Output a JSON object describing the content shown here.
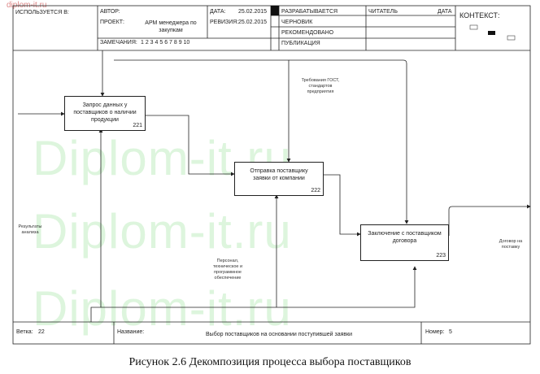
{
  "watermark": {
    "top_left": "diplom-it.ru",
    "main": "Diplom-it.ru"
  },
  "header": {
    "used_at_label": "ИСПОЛЬЗУЕТСЯ В:",
    "author_label": "АВТОР:",
    "project_label": "ПРОЕКТ:",
    "project_name": "АРМ менеджера по закупкам",
    "notes_label": "ЗАМЕЧАНИЯ:",
    "notes_numbers": "1 2 3 4 5 6 7 8 9 10",
    "date_label": "ДАТА:",
    "date_value": "25.02.2015",
    "revision_label": "РЕВИЗИЯ:",
    "revision_value": "25.02.2015",
    "status_items": [
      "РАЗРАБАТЫВАЕТСЯ",
      "ЧЕРНОВИК",
      "РЕКОМЕНДОВАНО",
      "ПУБЛИКАЦИЯ"
    ],
    "reader_label": "ЧИТАТЕЛЬ",
    "reader_date_label": "ДАТА",
    "context_label": "КОНТЕКСТ:"
  },
  "activities": [
    {
      "label": "Запрос данных у поставщиков о наличии продукции",
      "number": "221"
    },
    {
      "label": "Отправка поставщику заявки от компании",
      "number": "222"
    },
    {
      "label": "Заключение с поставщиком договора",
      "number": "223"
    }
  ],
  "arrow_labels": {
    "controls": "Требования ГОСТ, стандартов предприятия",
    "input": "Результаты анализа",
    "mechanism": "Персонал, техническое и программное обеспечение",
    "output": "Договор на поставку"
  },
  "footer": {
    "node_label": "Ветка:",
    "node_value": "22",
    "name_label": "Название:",
    "name_value": "Выбор поставщиков на основании поступившей заявки",
    "number_label": "Номер:",
    "number_value": "5"
  },
  "caption": "Рисунок 2.6 Декомпозиция процесса выбора поставщиков"
}
